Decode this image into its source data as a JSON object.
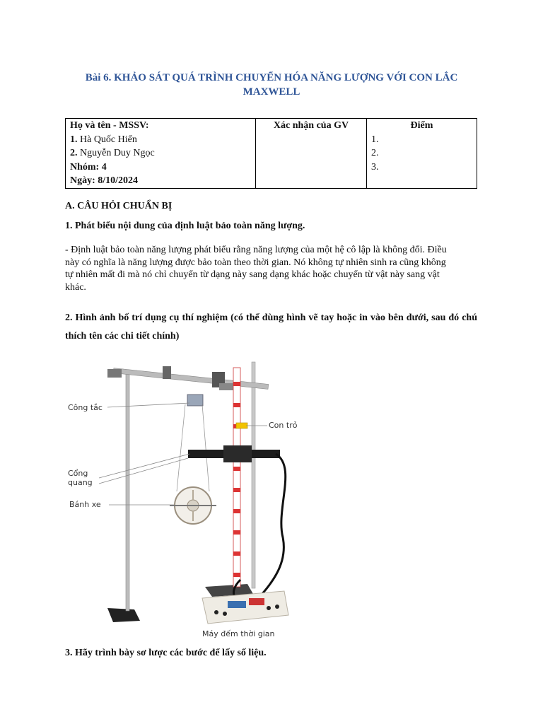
{
  "title": "Bài 6. KHẢO SÁT QUÁ TRÌNH CHUYỂN HÓA NĂNG LƯỢNG VỚI CON LẮC MAXWELL",
  "info_table": {
    "col1_header": "Họ và tên - MSSV:",
    "student1_num": "1.",
    "student1_name": "Hà Quốc Hiển",
    "student2_num": "2.",
    "student2_name": "Nguyễn Duy Ngọc",
    "group": "Nhóm: 4",
    "date": "Ngày: 8/10/2024",
    "col2_header": "Xác nhận của GV",
    "col3_header": "Điểm",
    "scores": [
      "1.",
      "2.",
      "3."
    ]
  },
  "section_a": "A. CÂU HỎI CHUẨN BỊ",
  "q1": "1. Phát biểu nội dung của định luật bảo toàn năng lượng.",
  "a1": "- Định luật bảo toàn năng lượng phát biểu rằng năng lượng của một hệ cô lập là không đổi. Điều này có nghĩa là năng lượng được bảo toàn theo thời gian. Nó không tự nhiên sinh ra cũng không tự nhiên mất đi mà nó chỉ chuyển từ dạng này sang dạng khác hoặc chuyển từ vật này sang vật khác.",
  "q2": "2. Hình ảnh bố trí dụng cụ thí nghiệm (có thể dùng hình vẽ tay hoặc in vào bên dưới, sau đó chú thích tên các chi tiết chính)",
  "figure_labels": {
    "cong_tac": "Công tắc",
    "con_tro": "Con trỏ",
    "cong_quang_1": "Cổng",
    "cong_quang_2": "quang",
    "banh_xe": "Bánh xe",
    "may_dem": "Máy đếm thời gian"
  },
  "q3": "3. Hãy trình bày sơ lược các bước để lấy số liệu."
}
